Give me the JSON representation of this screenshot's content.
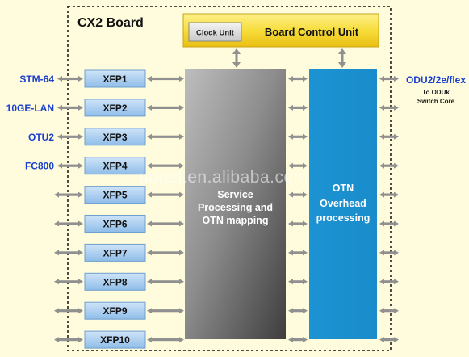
{
  "board": {
    "title": "CX2 Board"
  },
  "control": {
    "clock_label": "Clock Unit",
    "title": "Board Control Unit"
  },
  "service_block": {
    "lines": [
      "Service",
      "Processing and",
      "OTN mapping"
    ]
  },
  "otn_block": {
    "lines": [
      "OTN",
      "Overhead",
      "processing"
    ]
  },
  "xfp_modules": [
    "XFP1",
    "XFP2",
    "XFP3",
    "XFP4",
    "XFP5",
    "XFP6",
    "XFP7",
    "XFP8",
    "XFP9",
    "XFP10"
  ],
  "left_interfaces": [
    "STM-64",
    "10GE-LAN",
    "OTU2",
    "FC800"
  ],
  "right_interface": {
    "title": "ODU2/2e/flex",
    "note_lines": [
      "To ODUk",
      "Switch Core"
    ]
  },
  "watermark": "uonel.en.alibaba.com",
  "colors": {
    "background": "#fefcdc",
    "interface_text": "#1a3fcf",
    "xfp_fill": "#a9cdf0",
    "otn_fill": "#1b96d6",
    "arrow": "#909090",
    "control_fill": "#f5d93a"
  }
}
